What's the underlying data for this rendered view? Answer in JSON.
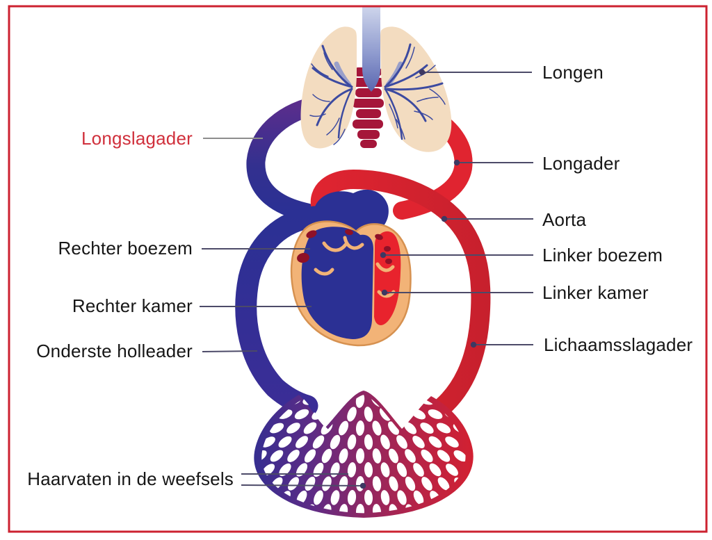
{
  "frame": {
    "border_color": "#cc2230"
  },
  "palette": {
    "vein_blue": "#2b3094",
    "artery_red": "#e02430",
    "purple_transition": "#5e2d8c",
    "heart_muscle_tan": "#f2b377",
    "lung_tan": "#f3dcc0",
    "bronchi_dark_red": "#a5163a",
    "label_text": "#161616",
    "label_red_text": "#d0303c",
    "leader_line": "#4c4a68",
    "leader_line_gray": "#8d8d8d"
  },
  "labels": {
    "longen": {
      "text": "Longen"
    },
    "longslagader": {
      "text": "Longslagader"
    },
    "longader": {
      "text": "Longader"
    },
    "aorta": {
      "text": "Aorta"
    },
    "rechter_boezem": {
      "text": "Rechter boezem"
    },
    "linker_boezem": {
      "text": "Linker boezem"
    },
    "rechter_kamer": {
      "text": "Rechter kamer"
    },
    "linker_kamer": {
      "text": "Linker kamer"
    },
    "onderste_holleader": {
      "text": "Onderste holleader"
    },
    "lichaamsslagader": {
      "text": "Lichaamsslagader"
    },
    "haarvaten": {
      "text": "Haarvaten in de weefsels"
    }
  }
}
